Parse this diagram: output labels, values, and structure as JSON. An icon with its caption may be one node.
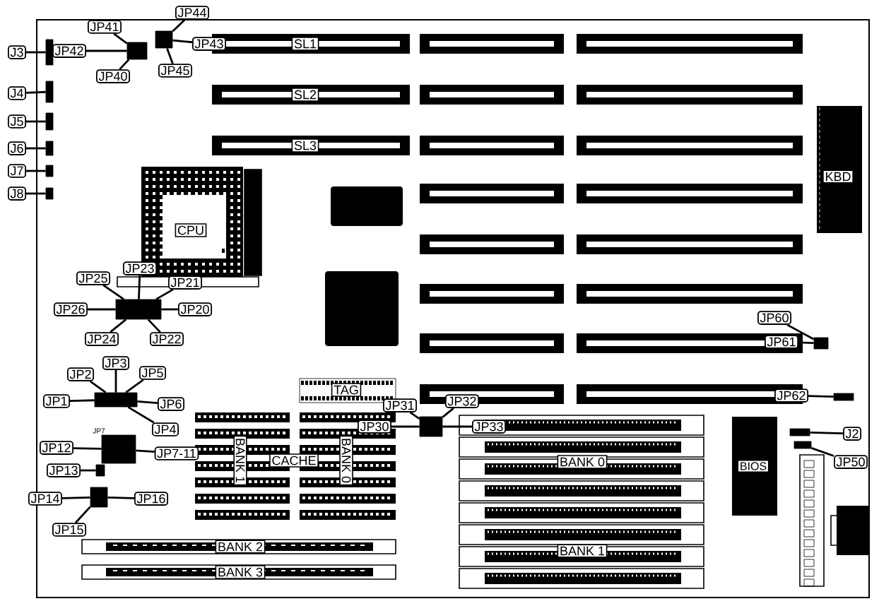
{
  "diagram": {
    "nodes": [
      {
        "text": [
          "JP44"
        ]
      },
      {
        "text": [
          "JP41"
        ]
      },
      {
        "text": [
          "JP43"
        ]
      },
      {
        "text": [
          "J3"
        ]
      },
      {
        "text": [
          "JP42"
        ]
      },
      {
        "text": [
          "JP40"
        ]
      },
      {
        "text": [
          "JP45"
        ]
      },
      {
        "text": [],
        "shape": "box"
      },
      {
        "text": [],
        "shape": "box"
      },
      {
        "text": [],
        "shape": "box"
      },
      {
        "text": [
          "J4"
        ]
      },
      {
        "text": [],
        "shape": "box"
      },
      {
        "text": [
          "J5"
        ]
      },
      {
        "text": [],
        "shape": "box"
      },
      {
        "text": [
          "J6"
        ]
      },
      {
        "text": [],
        "shape": "box"
      },
      {
        "text": [
          "J7"
        ]
      },
      {
        "text": [],
        "shape": "box"
      },
      {
        "text": [
          "J8"
        ]
      },
      {
        "text": [],
        "shape": "box"
      },
      {
        "text": [
          "JP25"
        ]
      },
      {
        "text": [
          "JP23"
        ]
      },
      {
        "text": [
          "JP21"
        ]
      },
      {
        "text": [
          "JP26"
        ]
      },
      {
        "text": [
          "JP20"
        ]
      },
      {
        "text": [
          "JP24"
        ]
      },
      {
        "text": [
          "JP22"
        ]
      },
      {
        "text": [],
        "shape": "box"
      },
      {
        "text": [
          "JP2"
        ]
      },
      {
        "text": [
          "JP3"
        ]
      },
      {
        "text": [
          "JP5"
        ]
      },
      {
        "text": [
          "JP1"
        ]
      },
      {
        "text": [
          "JP6"
        ]
      },
      {
        "text": [],
        "shape": "box"
      },
      {
        "text": [
          "JP4"
        ]
      },
      {
        "text": [
          "JP12"
        ]
      },
      {
        "text": [
          "JP7-11"
        ]
      },
      {
        "text": [
          "JP13"
        ]
      },
      {
        "text": [],
        "shape": "box"
      },
      {
        "text": [],
        "shape": "box"
      },
      {
        "text": [
          "JP14"
        ]
      },
      {
        "text": [
          "JP16"
        ]
      },
      {
        "text": [
          "JP15"
        ]
      },
      {
        "text": [],
        "shape": "box"
      },
      {
        "text": [
          "JP31"
        ]
      },
      {
        "text": [
          "JP32"
        ]
      },
      {
        "text": [
          "JP30"
        ]
      },
      {
        "text": [
          "JP33"
        ]
      },
      {
        "text": [],
        "shape": "box"
      },
      {
        "text": [
          "JP60"
        ]
      },
      {
        "text": [
          "JP61"
        ]
      },
      {
        "text": [],
        "shape": "box"
      },
      {
        "text": [
          "JP62"
        ]
      },
      {
        "text": [],
        "shape": "box"
      },
      {
        "text": [
          "J2"
        ]
      },
      {
        "text": [
          "JP50"
        ]
      },
      {
        "text": [],
        "shape": "box"
      },
      {
        "text": [],
        "shape": "box"
      }
    ],
    "edges": [
      {
        "from": 0,
        "to": 8,
        "arrow": "none"
      },
      {
        "from": 1,
        "to": 7,
        "arrow": "none"
      },
      {
        "from": 2,
        "to": 8,
        "arrow": "none"
      },
      {
        "from": 3,
        "to": 9,
        "arrow": "none"
      },
      {
        "from": 4,
        "to": 7,
        "arrow": "none"
      },
      {
        "from": 5,
        "to": 7,
        "arrow": "none"
      },
      {
        "from": 6,
        "to": 8,
        "arrow": "none"
      },
      {
        "from": 10,
        "to": 11,
        "arrow": "none"
      },
      {
        "from": 12,
        "to": 13,
        "arrow": "none"
      },
      {
        "from": 14,
        "to": 15,
        "arrow": "none"
      },
      {
        "from": 16,
        "to": 17,
        "arrow": "none"
      },
      {
        "from": 18,
        "to": 19,
        "arrow": "none"
      },
      {
        "from": 20,
        "to": 27,
        "arrow": "none"
      },
      {
        "from": 21,
        "to": 27,
        "arrow": "none"
      },
      {
        "from": 22,
        "to": 27,
        "arrow": "none"
      },
      {
        "from": 23,
        "to": 27,
        "arrow": "none"
      },
      {
        "from": 24,
        "to": 27,
        "arrow": "none"
      },
      {
        "from": 25,
        "to": 27,
        "arrow": "none"
      },
      {
        "from": 26,
        "to": 27,
        "arrow": "none"
      },
      {
        "from": 28,
        "to": 33,
        "arrow": "none"
      },
      {
        "from": 29,
        "to": 33,
        "arrow": "none"
      },
      {
        "from": 30,
        "to": 33,
        "arrow": "none"
      },
      {
        "from": 31,
        "to": 33,
        "arrow": "none"
      },
      {
        "from": 32,
        "to": 33,
        "arrow": "none"
      },
      {
        "from": 34,
        "to": 33,
        "arrow": "none"
      },
      {
        "from": 35,
        "to": 38,
        "arrow": "none"
      },
      {
        "from": 36,
        "to": 38,
        "arrow": "none"
      },
      {
        "from": 37,
        "to": 39,
        "arrow": "none"
      },
      {
        "from": 40,
        "to": 43,
        "arrow": "none"
      },
      {
        "from": 41,
        "to": 43,
        "arrow": "none"
      },
      {
        "from": 42,
        "to": 43,
        "arrow": "none"
      },
      {
        "from": 44,
        "to": 48,
        "arrow": "none"
      },
      {
        "from": 45,
        "to": 48,
        "arrow": "none"
      },
      {
        "from": 46,
        "to": 48,
        "arrow": "none"
      },
      {
        "from": 47,
        "to": 48,
        "arrow": "none"
      },
      {
        "from": 49,
        "to": 51,
        "arrow": "none"
      },
      {
        "from": 50,
        "to": 51,
        "arrow": "none"
      },
      {
        "from": 52,
        "to": 53,
        "arrow": "none"
      },
      {
        "from": 54,
        "to": 56,
        "arrow": "none"
      },
      {
        "from": 55,
        "to": 57,
        "arrow": "none"
      }
    ],
    "labels": [
      "SL1",
      "SL2",
      "SL3",
      "KBD",
      "CPU",
      "JP7",
      "TAG",
      "BANK 1",
      "CACHE",
      "BANK 0",
      "BANK 0",
      "BIOS",
      "BANK 1",
      "BANK 2",
      "BANK 3"
    ]
  }
}
